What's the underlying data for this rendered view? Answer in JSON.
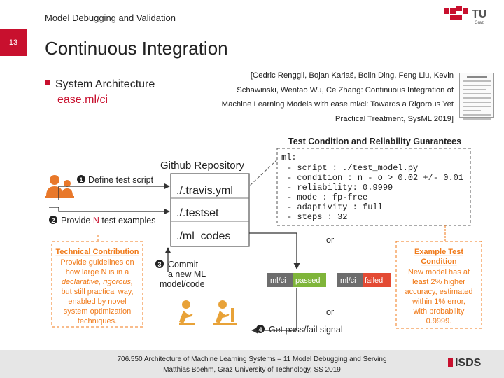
{
  "header": {
    "title": "Model Debugging and Validation"
  },
  "slide": {
    "number": "13",
    "title": "Continuous Integration"
  },
  "bullet": {
    "label": "System Architecture",
    "sub": "ease.ml/ci"
  },
  "citation": "[Cedric Renggli, Bojan Karlaš, Bolin Ding, Feng Liu, Kevin Schawinski, Wentao Wu, Ce Zhang: Continuous Integration of Machine Learning Models with ease.ml/ci: Towards a Rigorous Yet Practical Treatment, SysML 2019]",
  "diagram": {
    "test_title": "Test Condition and Reliability Guarantees",
    "repo_title": "Github Repository",
    "step1": "Define test script",
    "step2_pre": "Provide ",
    "step2_n": "N",
    "step2_post": " test examples",
    "step3_lines": [
      "Commit",
      "a new ML",
      "model/code"
    ],
    "step4": "Get pass/fail signal",
    "files": [
      "./.travis.yml",
      "./.testset",
      "./ml_codes"
    ],
    "yaml_lines": [
      "ml:",
      "- script      : ./test_model.py",
      "- condition   : n - o > 0.02 +/- 0.01",
      "- reliability: 0.9999",
      "- mode        : fp-free",
      "- adaptivity  : full",
      "- steps       : 32"
    ],
    "or1": "or",
    "or2": "or",
    "badge_left": "ml/ci",
    "badge_passed": "passed",
    "badge_right": "ml/ci",
    "badge_failed": "failed",
    "tech_title": "Technical Contribution",
    "tech_lines": [
      "Provide guidelines on",
      "how large N is in a",
      "declarative, rigorous,",
      "but still practical way,",
      "enabled by novel",
      "system optimization",
      "techniques."
    ],
    "example_title_lines": [
      "Example Test",
      "Condition"
    ],
    "example_lines": [
      "New model has at",
      "least 2% higher",
      "accuracy, estimated",
      "within 1% error,",
      "with probability",
      "0.9999."
    ]
  },
  "footer": {
    "line1": "706.550 Architecture of Machine Learning Systems – 11 Model Debugging and Serving",
    "line2": "Matthias Boehm, Graz University of Technology, SS 2019"
  },
  "logos": {
    "tu": "TU Graz",
    "tu_sub": "Graz",
    "isds": "ISDS"
  },
  "colors": {
    "accent": "#c8102e",
    "orange": "#f07a19",
    "green": "#7fb53a",
    "failed_red": "#e34a33",
    "badge_gray": "#6d6d6d"
  }
}
